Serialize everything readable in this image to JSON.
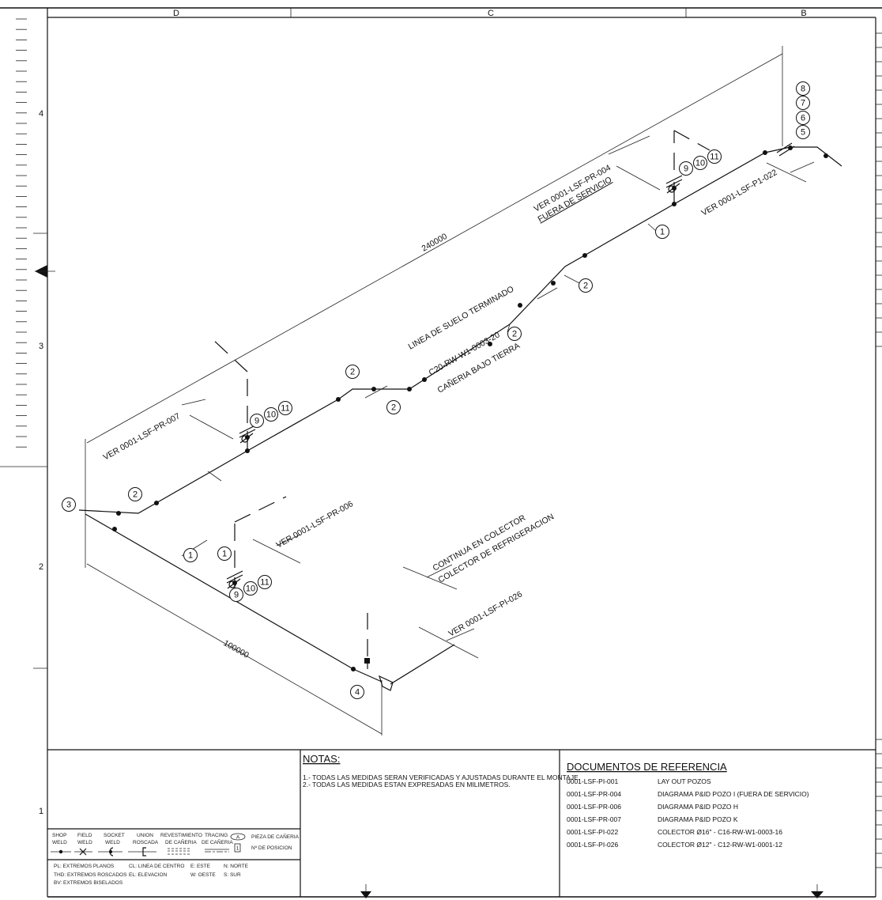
{
  "frame": {
    "columns": [
      "D",
      "C",
      "B"
    ],
    "rows": [
      "4",
      "3",
      "2",
      "1"
    ]
  },
  "drawing": {
    "bubbles": [
      "3",
      "2",
      "1",
      "2",
      "2",
      "2",
      "2",
      "1",
      "8",
      "7",
      "6",
      "5",
      "9",
      "10",
      "11",
      "9",
      "10",
      "11",
      "1",
      "9",
      "10",
      "11",
      "4"
    ],
    "dimension_overall": "240000",
    "dimension_lower": "100000",
    "ref_pr004": "VER 0001-LSF-PR-004",
    "fuera_servicio": "FUERA DE SERVICIO",
    "ref_p1022": "VER 0001-LSF-P1-022",
    "linea_suelo": "LINEA DE SUELO TERMINADO",
    "line_number": "C20-RW-W1-0003-20",
    "caneria_bajo_tierra": "CAÑERIA BAJO TIERRA",
    "ref_pr007": "VER 0001-LSF-PR-007",
    "ref_pr006": "VER 0001-LSF-PR-006",
    "continua_colector": "CONTINUA EN COLECTOR",
    "colector_refrigeracion": "COLECTOR DE REFRIGERACION",
    "ref_pi026": "VER 0001-LSF-PI-026"
  },
  "legend": {
    "symbols": [
      {
        "line1": "SHOP",
        "line2": "WELD"
      },
      {
        "line1": "FIELD",
        "line2": "WELD"
      },
      {
        "line1": "SOCKET",
        "line2": "WELD"
      },
      {
        "line1": "UNION",
        "line2": "ROSCADA"
      },
      {
        "line1": "REVESTIMIENTO",
        "line2": "DE CAÑERIA"
      },
      {
        "line1": "TRACING",
        "line2": "DE CAÑERIA"
      }
    ],
    "pieza_symbol": "A",
    "pieza_label": "PIEZA DE CAÑERIA",
    "posicion_symbol": "1",
    "posicion_label": "Nº DE POSICION",
    "abbreviations": [
      "PL: EXTREMOS PLANOS",
      "THD: EXTREMOS ROSCADOS",
      "BV: EXTREMOS BISELADOS",
      "CL: LINEA DE CENTRO",
      "EL: ELEVACION",
      "E: ESTE",
      "W: OESTE",
      "N: NORTE",
      "S: SUR"
    ]
  },
  "notes": {
    "title": "NOTAS:",
    "items": [
      "1.- TODAS LAS MEDIDAS SERAN VERIFICADAS Y AJUSTADAS DURANTE EL MONTAJE.",
      "2.- TODAS LAS MEDIDAS ESTAN EXPRESADAS EN MILIMETROS."
    ]
  },
  "references": {
    "title": "DOCUMENTOS DE REFERENCIA",
    "rows": [
      {
        "code": "0001-LSF-PI-001",
        "desc": "LAY OUT POZOS"
      },
      {
        "code": "0001-LSF-PR-004",
        "desc": "DIAGRAMA P&ID POZO I (FUERA DE SERVICIO)"
      },
      {
        "code": "0001-LSF-PR-006",
        "desc": "DIAGRAMA P&ID POZO H"
      },
      {
        "code": "0001-LSF-PR-007",
        "desc": "DIAGRAMA P&ID POZO K"
      },
      {
        "code": "0001-LSF-PI-022",
        "desc": "COLECTOR Ø16\" - C16-RW-W1-0003-16"
      },
      {
        "code": "0001-LSF-PI-026",
        "desc": "COLECTOR Ø12\" - C12-RW-W1-0001-12"
      }
    ]
  }
}
